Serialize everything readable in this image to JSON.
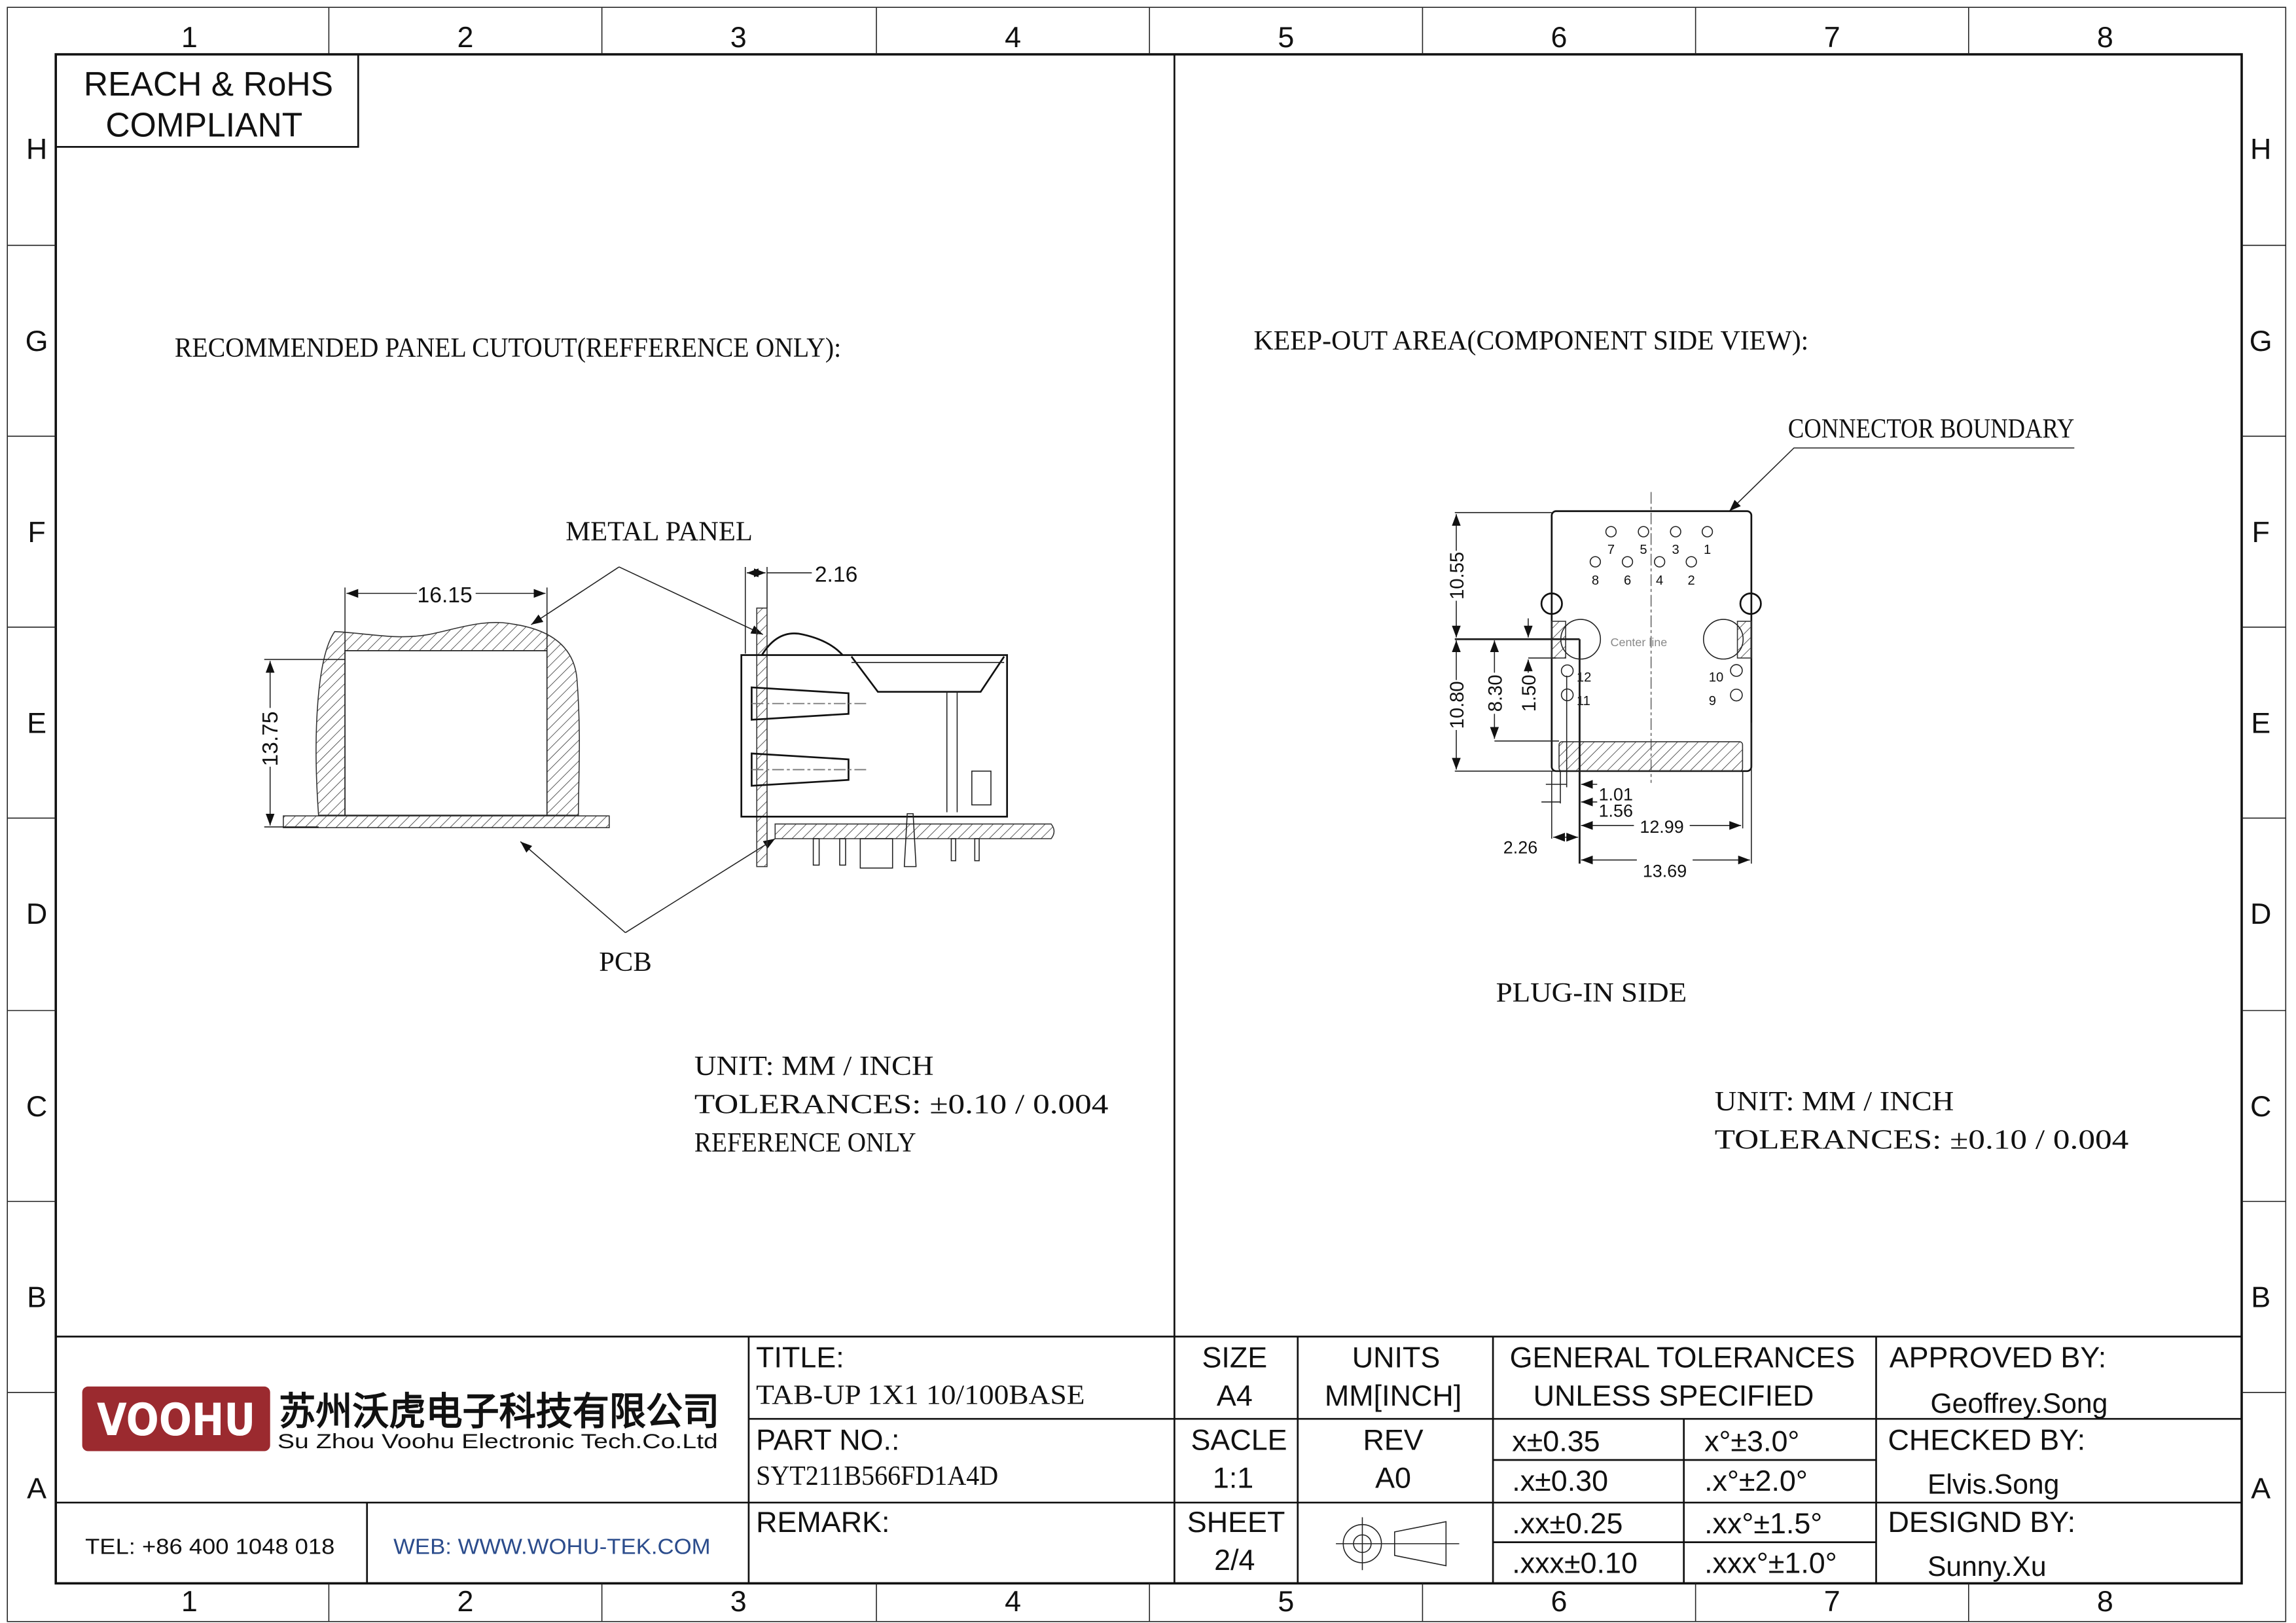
{
  "frame": {
    "columns": [
      "1",
      "2",
      "3",
      "4",
      "5",
      "6",
      "7",
      "8"
    ],
    "rows": [
      "H",
      "G",
      "F",
      "E",
      "D",
      "C",
      "B",
      "A"
    ]
  },
  "compliance": {
    "line1": "REACH & RoHS",
    "line2": "COMPLIANT"
  },
  "left_view": {
    "heading": "RECOMMENDED PANEL CUTOUT(REFFERENCE ONLY):",
    "metal_panel_label": "METAL PANEL",
    "pcb_label": "PCB",
    "dim_width": "16.15",
    "dim_height": "13.75",
    "dim_panel": "2.16",
    "notes": [
      "UNIT: MM / INCH",
      "TOLERANCES: ±0.10 / 0.004",
      "REFERENCE ONLY"
    ]
  },
  "right_view": {
    "heading": "KEEP-OUT AREA(COMPONENT SIDE VIEW):",
    "boundary_label": "CONNECTOR BOUNDARY",
    "plug_in_label": "PLUG-IN SIDE",
    "center_line_label": "Center line",
    "pins_top": [
      "7",
      "5",
      "3",
      "1"
    ],
    "pins_bottom": [
      "8",
      "6",
      "4",
      "2"
    ],
    "pin_12": "12",
    "pin_11": "11",
    "pin_10": "10",
    "pin_9": "9",
    "dims": {
      "d1055": "10.55",
      "d1080": "10.80",
      "d830": "8.30",
      "d150": "1.50",
      "d101": "1.01",
      "d156": "1.56",
      "d1299": "12.99",
      "d226": "2.26",
      "d1369": "13.69"
    },
    "notes": [
      "UNIT: MM / INCH",
      "TOLERANCES: ±0.10 / 0.004"
    ]
  },
  "title_block": {
    "logo_text": "VOOHU",
    "company_cn": "苏州沃虎电子科技有限公司",
    "company_en": "Su Zhou Voohu Electronic Tech.Co.Ltd",
    "tel": "TEL: +86 400 1048 018",
    "web": "WEB: WWW.WOHU-TEK.COM",
    "title_label": "TITLE:",
    "title_value": "TAB-UP 1X1 10/100BASE",
    "part_label": "PART NO.:",
    "part_value": "SYT211B566FD1A4D",
    "remark_label": "REMARK:",
    "size_label": "SIZE",
    "size_value": "A4",
    "scale_label": "SACLE",
    "scale_value": "1:1",
    "sheet_label": "SHEET",
    "sheet_value": "2/4",
    "units_label": "UNITS",
    "units_value": "MM[INCH]",
    "rev_label": "REV",
    "rev_value": "A0",
    "gen_tol_1": "GENERAL TOLERANCES",
    "gen_tol_2": "UNLESS SPECIFIED",
    "tolerances": [
      [
        "x±0.35",
        "x°±3.0°"
      ],
      [
        ".x±0.30",
        ".x°±2.0°"
      ],
      [
        ".xx±0.25",
        ".xx°±1.5°"
      ],
      [
        ".xxx±0.10",
        ".xxx°±1.0°"
      ]
    ],
    "approved_label": "APPROVED BY:",
    "approved_name": "Geoffrey.Song",
    "checked_label": "CHECKED BY:",
    "checked_name": "Elvis.Song",
    "designed_label": "DESIGND BY:",
    "designed_name": "Sunny.Xu",
    "colors": {
      "logo_red": "#9b2a2f",
      "web_blue": "#2b4c8c"
    }
  }
}
